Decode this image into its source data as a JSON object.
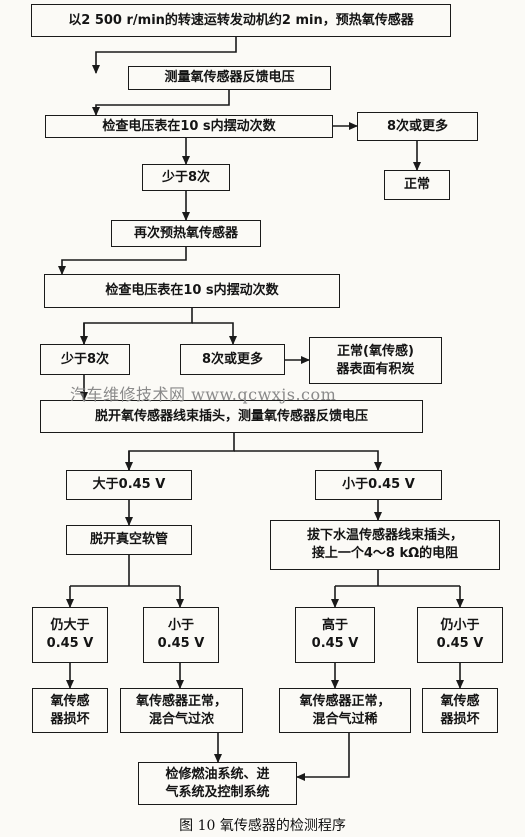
{
  "nodes": {
    "n1": "以2 500 r/min的转速运转发动机约2 min，预热氧传感器",
    "n2": "测量氧传感器反馈电压",
    "n3": "检查电压表在10 s内摆动次数",
    "n4": "8次或更多",
    "n5": "少于8次",
    "n6": "正常",
    "n7": "再次预热氧传感器",
    "n8": "检查电压表在10 s内摆动次数",
    "n9": "少于8次",
    "n10": "8次或更多",
    "n11": "正常(氧传感)\n器表面有积炭",
    "n12": "脱开氧传感器线束插头，测量氧传感器反馈电压",
    "n13": "大于0.45 V",
    "n14": "小于0.45 V",
    "n15": "脱开真空软管",
    "n16": "拔下水温传感器线束插头，\n接上一个4～8 kΩ的电阻",
    "n17": "仍大于\n0.45 V",
    "n18": "小于\n0.45 V",
    "n19": "高于\n0.45 V",
    "n20": "仍小于\n0.45 V",
    "n21": "氧传感\n器损坏",
    "n22": "氧传感器正常，\n混合气过浓",
    "n23": "氧传感器正常，\n混合气过稀",
    "n24": "氧传感\n器损坏",
    "n25": "检修燃油系统、进\n气系统及控制系统"
  },
  "watermark": "汽车维修技术网 www.qcwxjs.com",
  "caption": "图 10  氧传感器的检测程序"
}
